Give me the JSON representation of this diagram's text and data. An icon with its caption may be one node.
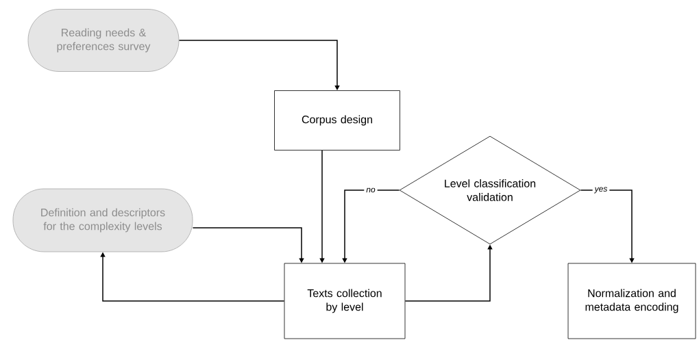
{
  "diagram": {
    "nodes": [
      {
        "text": [
          "Reading needs & preferences survey"
        ]
      },
      {
        "text": [
          "Corpus design"
        ]
      },
      {
        "text": [
          "Definition and descriptors for the complexity levels"
        ]
      },
      {
        "text": [
          "Texts collection by level"
        ]
      },
      {
        "text": [
          "Level classification validation"
        ]
      },
      {
        "text": [
          "Normalization and metadata encoding"
        ]
      }
    ],
    "edges": [
      {
        "from": 0,
        "to": 1,
        "arrow": "to"
      },
      {
        "from": 1,
        "to": 3,
        "arrow": "to"
      },
      {
        "from": 2,
        "to": 3,
        "arrow": "to"
      },
      {
        "from": 4,
        "to": 3,
        "arrow": "to",
        "label": "no"
      },
      {
        "from": 3,
        "to": 4,
        "arrow": "to"
      },
      {
        "from": 4,
        "to": 5,
        "arrow": "to",
        "label": "yes"
      },
      {
        "from": 3,
        "to": 2,
        "arrow": "to"
      }
    ]
  }
}
